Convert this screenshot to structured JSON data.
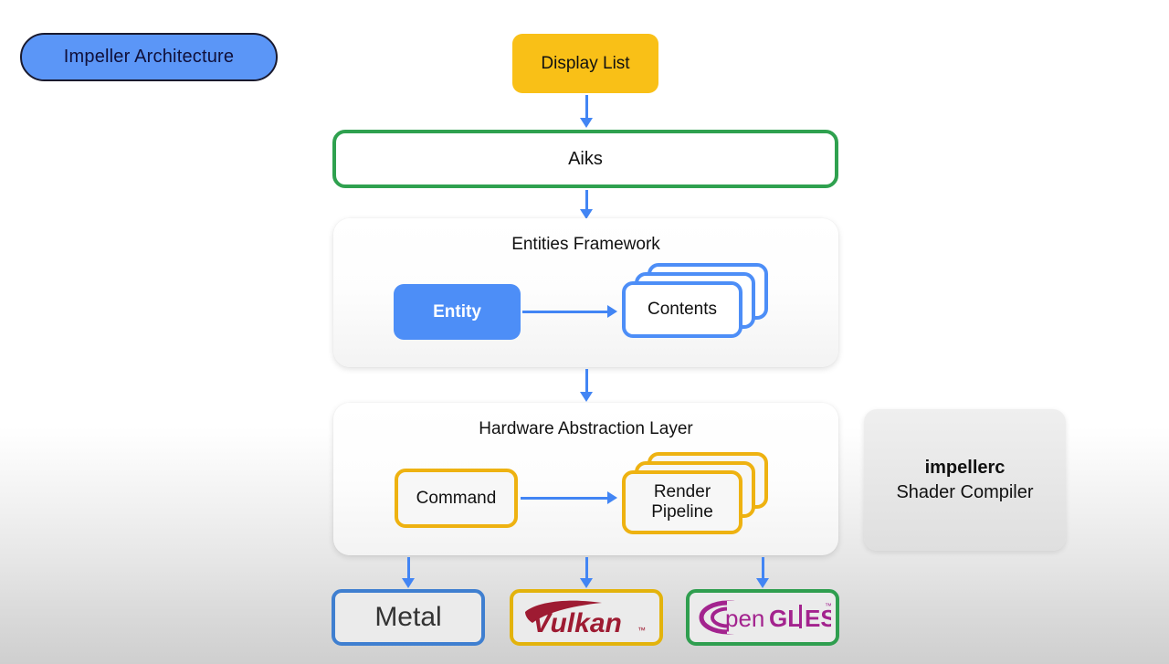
{
  "title": {
    "label": "Impeller Architecture"
  },
  "nodes": {
    "display_list": "Display List",
    "aiks": "Aiks",
    "entities_framework": "Entities Framework",
    "entity": "Entity",
    "contents": "Contents",
    "hal": "Hardware Abstraction Layer",
    "command": "Command",
    "render_pipeline": "Render\nPipeline",
    "render_pipeline_line1": "Render",
    "render_pipeline_line2": "Pipeline"
  },
  "sidecar": {
    "name": "impellerc",
    "subtitle": "Shader Compiler"
  },
  "backends": [
    {
      "id": "metal",
      "label": "Metal",
      "logo": "text",
      "border": "#3f7fd0"
    },
    {
      "id": "vulkan",
      "label": "Vulkan",
      "logo": "vulkan-logo",
      "border": "#e3b30c",
      "trademark": "™"
    },
    {
      "id": "gles",
      "label": "OpenGL|ES",
      "logo": "opengles-logo",
      "border": "#2f9e4f",
      "trademark": "™",
      "parts": {
        "o": "O",
        "pen": "pen",
        "gl": "GL",
        "bar": "|",
        "es": "ES"
      }
    }
  ],
  "colors": {
    "accent_blue": "#4285f4",
    "node_blue": "#4d8ef7",
    "amber": "#f9c017",
    "amber_border": "#eeb211",
    "green": "#2fa14f",
    "vulkan_red": "#9e1b32",
    "gles_magenta": "#a3238e"
  },
  "arrows": [
    {
      "name": "display-list-to-aiks",
      "from": "display_list",
      "to": "aiks"
    },
    {
      "name": "aiks-to-entities",
      "from": "aiks",
      "to": "entities_framework"
    },
    {
      "name": "entity-to-contents",
      "from": "entity",
      "to": "contents"
    },
    {
      "name": "entities-to-hal",
      "from": "entities_framework",
      "to": "hal"
    },
    {
      "name": "command-to-pipeline",
      "from": "command",
      "to": "render_pipeline"
    },
    {
      "name": "hal-to-metal",
      "from": "hal",
      "to": "metal"
    },
    {
      "name": "hal-to-vulkan",
      "from": "hal",
      "to": "vulkan"
    },
    {
      "name": "hal-to-gles",
      "from": "hal",
      "to": "gles"
    }
  ]
}
